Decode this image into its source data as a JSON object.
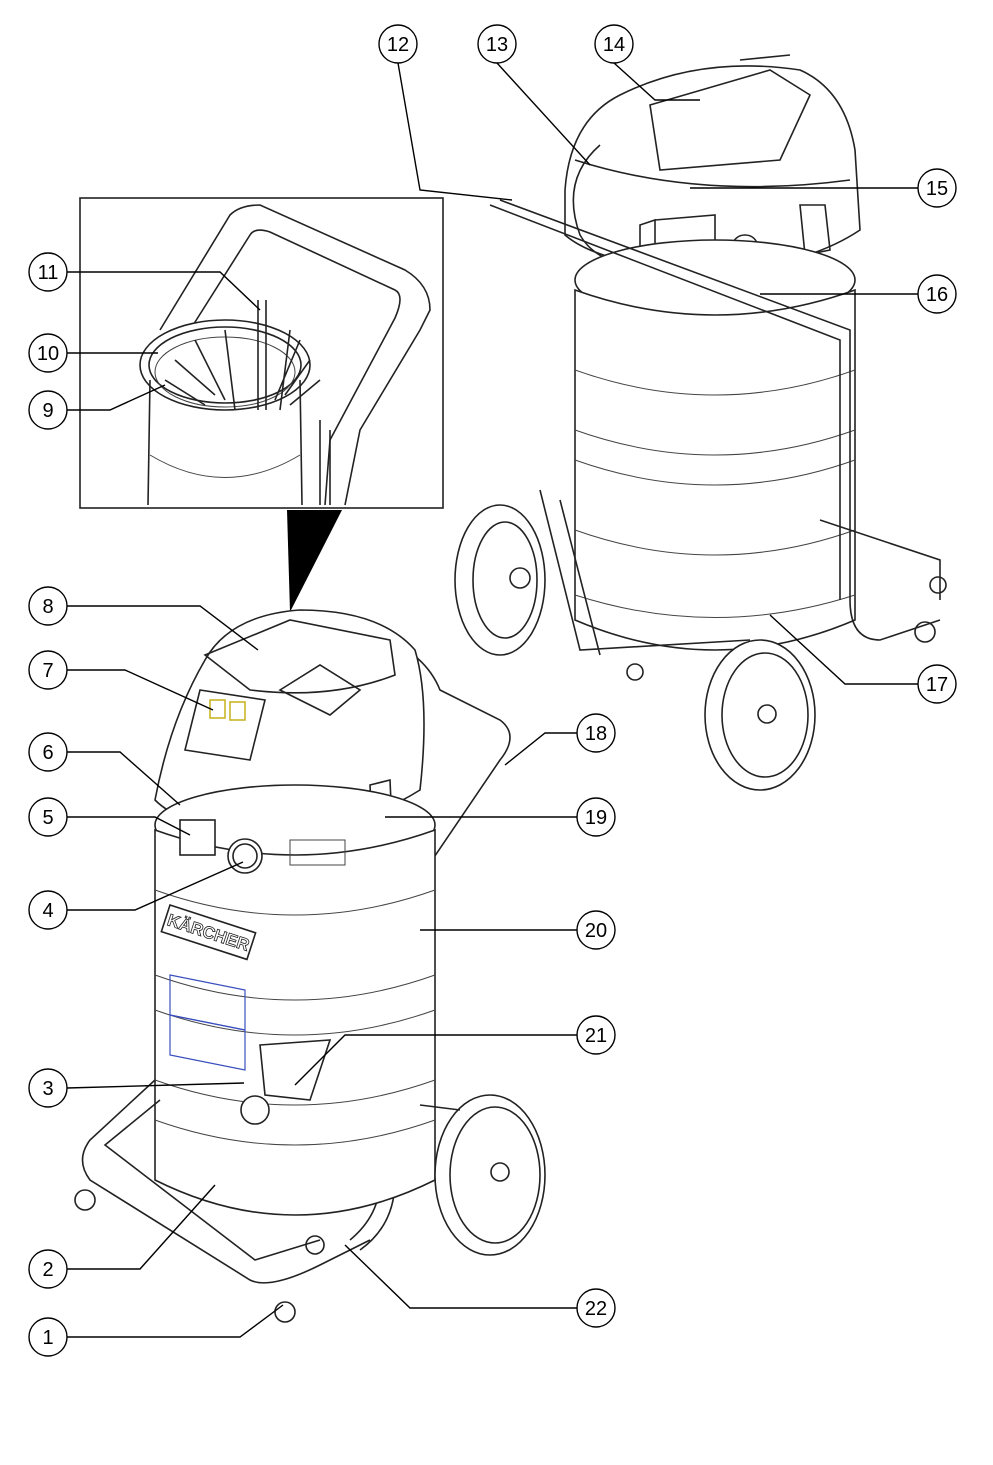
{
  "diagram": {
    "callouts": [
      "1",
      "2",
      "3",
      "4",
      "5",
      "6",
      "7",
      "8",
      "9",
      "10",
      "11",
      "12",
      "13",
      "14",
      "15",
      "16",
      "17",
      "18",
      "19",
      "20",
      "21",
      "22"
    ],
    "logo_text": "KÄRCHER",
    "accent_color": "#e8d84a",
    "label_color": "#3a4fc0"
  }
}
